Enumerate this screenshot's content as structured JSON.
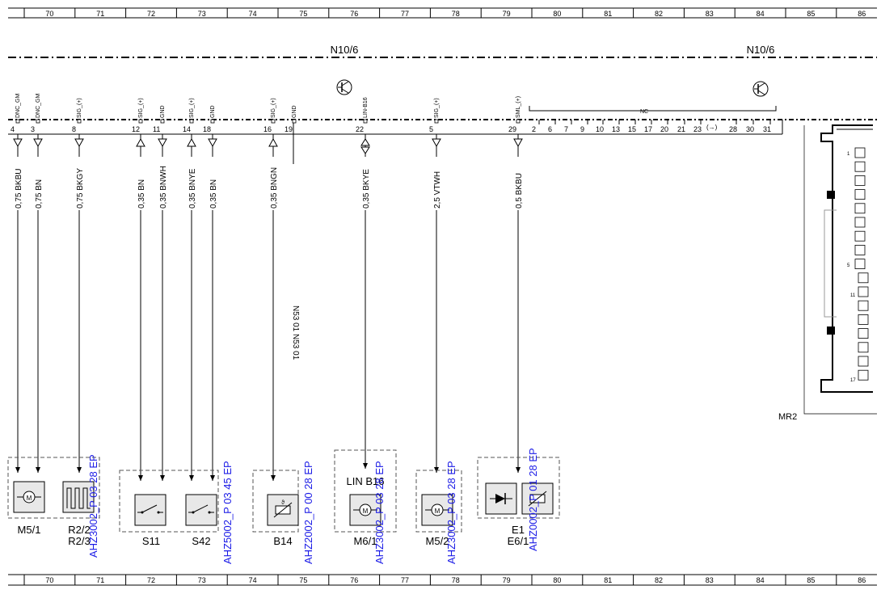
{
  "ruler": {
    "columns": [
      "70",
      "71",
      "72",
      "73",
      "74",
      "75",
      "76",
      "77",
      "78",
      "79",
      "80",
      "81",
      "82",
      "83",
      "84",
      "85",
      "86"
    ]
  },
  "module": {
    "left_label": "N10/6",
    "right_label": "N10/6",
    "nc_label": "NC",
    "connector_label": "MR2"
  },
  "connector_pins_top": [
    {
      "num": "4",
      "sig": "DNC_GM"
    },
    {
      "num": "3",
      "sig": "DNC_GM"
    },
    {
      "num": "8",
      "sig": "SIG_(+)"
    },
    {
      "num": "12",
      "sig": "SIG_(+)"
    },
    {
      "num": "11",
      "sig": "GND"
    },
    {
      "num": "14",
      "sig": "SIG_(+)"
    },
    {
      "num": "18",
      "sig": "GND"
    },
    {
      "num": "16",
      "sig": "SIG_(+)"
    },
    {
      "num": "19",
      "sig": "GND"
    },
    {
      "num": "22",
      "sig": "LIN-B16"
    },
    {
      "num": "5",
      "sig": "SIG_(+)"
    },
    {
      "num": "29",
      "sig": "SML_(+)"
    }
  ],
  "nc_pins": [
    "2",
    "6",
    "7",
    "9",
    "10",
    "13",
    "15",
    "17",
    "20",
    "21",
    "23",
    "28",
    "30",
    "31"
  ],
  "wires": [
    {
      "label": "0,75 BKBU"
    },
    {
      "label": "0,75 BN"
    },
    {
      "label": "0,75 BKGY"
    },
    {
      "label": "0,35 BN"
    },
    {
      "label": "0,35 BNWH"
    },
    {
      "label": "0,35 BNYE"
    },
    {
      "label": "0,35 BN"
    },
    {
      "label": "0,35 BNGN"
    },
    {
      "label": "0,35 BKYE"
    },
    {
      "label": "2,5 VTWH"
    },
    {
      "label": "0,5 BKBU"
    }
  ],
  "ground_note": "N53 01 N53 01",
  "components": [
    {
      "name": "M5/1"
    },
    {
      "name": "R2/2",
      "name2": "R2/3",
      "ref": "AHZ3002_P 03 28 EP"
    },
    {
      "name": "S11"
    },
    {
      "name": "S42",
      "ref": "AHZ5002_P 03 45 EP"
    },
    {
      "name": "B14",
      "ref": "AHZ2002_P 00 28 EP"
    },
    {
      "name": "LIN B16"
    },
    {
      "name": "M6/1",
      "ref": "AHZ3002_P 03 28 EP"
    },
    {
      "name": "M5/2",
      "ref": "AHZ3002_P 03 28 EP"
    },
    {
      "name": "E1",
      "name2": "E6/1",
      "ref": "AHZ0002_P 01 28 EP"
    }
  ],
  "side_connector_pins": [
    "1",
    "5",
    "11",
    "17"
  ]
}
